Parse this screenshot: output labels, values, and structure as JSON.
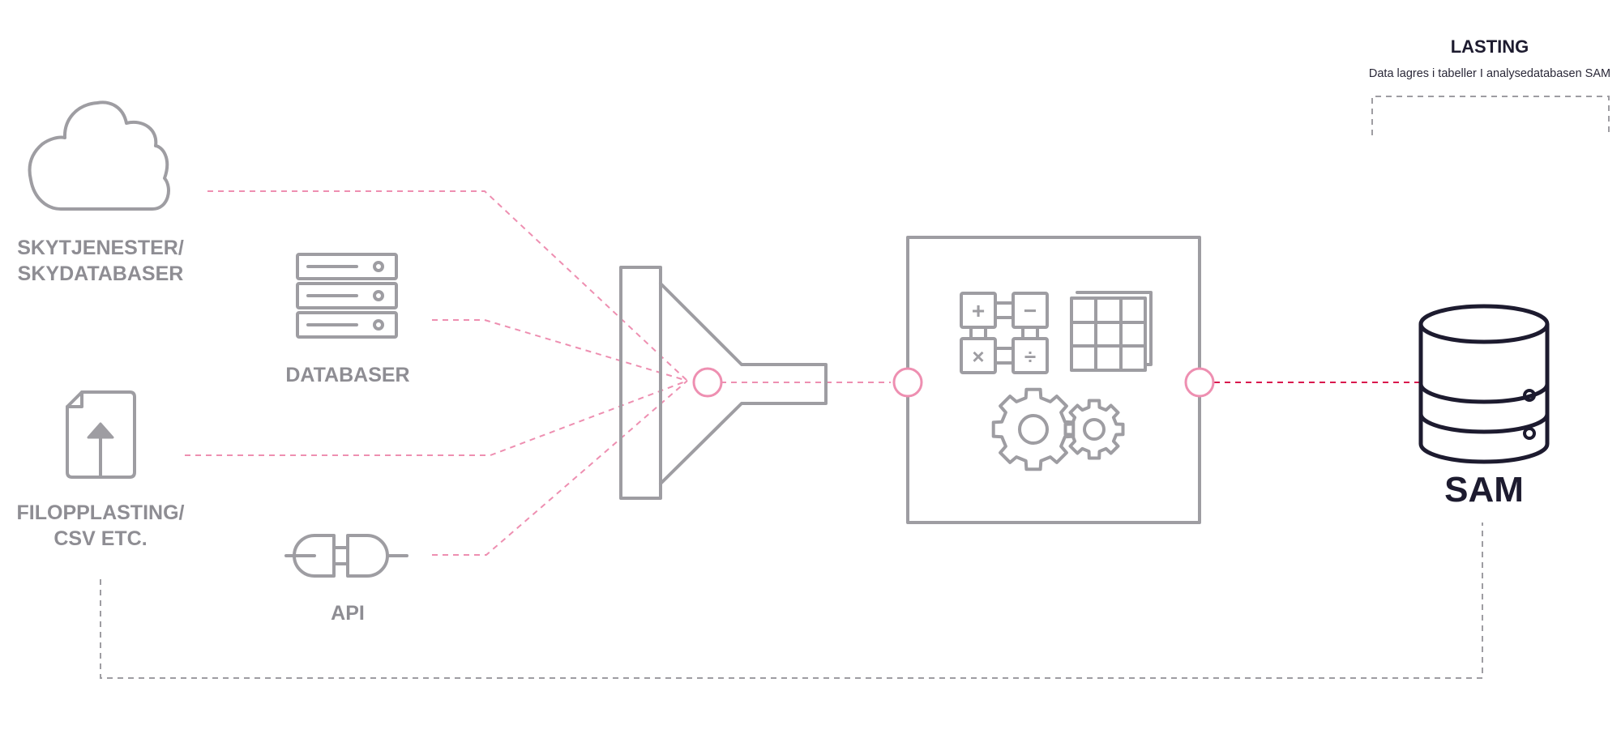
{
  "sources": {
    "cloud_label_line1": "SKYTJENESTER/",
    "cloud_label_line2": "SKYDATABASER",
    "database_label": "DATABASER",
    "file_label_line1": "FILOPPLASTING/",
    "file_label_line2": "CSV ETC.",
    "api_label": "API"
  },
  "loading": {
    "title": "LASTING",
    "subtitle": "Data lagres i tabeller I analysedatabasen SAM"
  },
  "target": {
    "label": "SAM"
  },
  "processing": {
    "operators": [
      "+",
      "−",
      "×",
      "÷"
    ]
  },
  "colors": {
    "icon_grey": "#9e9da2",
    "label_grey": "#8e8d93",
    "pink": "#ee8fb1",
    "red": "#d9164d",
    "dark": "#1d1b2f"
  }
}
